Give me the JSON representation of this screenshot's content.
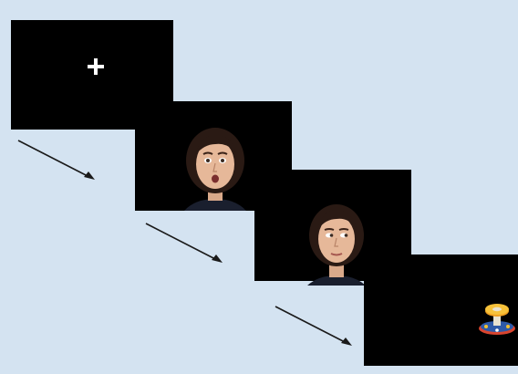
{
  "figure": {
    "background_color": "#d4e3f1",
    "frame_color": "#000000",
    "frames": [
      {
        "id": "fixation",
        "content": "fixation-cross-icon"
      },
      {
        "id": "face-surprised",
        "content": "face-expression-surprised"
      },
      {
        "id": "face-neutral",
        "content": "face-gaze-averted"
      },
      {
        "id": "object",
        "content": "toy-object-icon"
      }
    ],
    "arrow_count": 3
  }
}
